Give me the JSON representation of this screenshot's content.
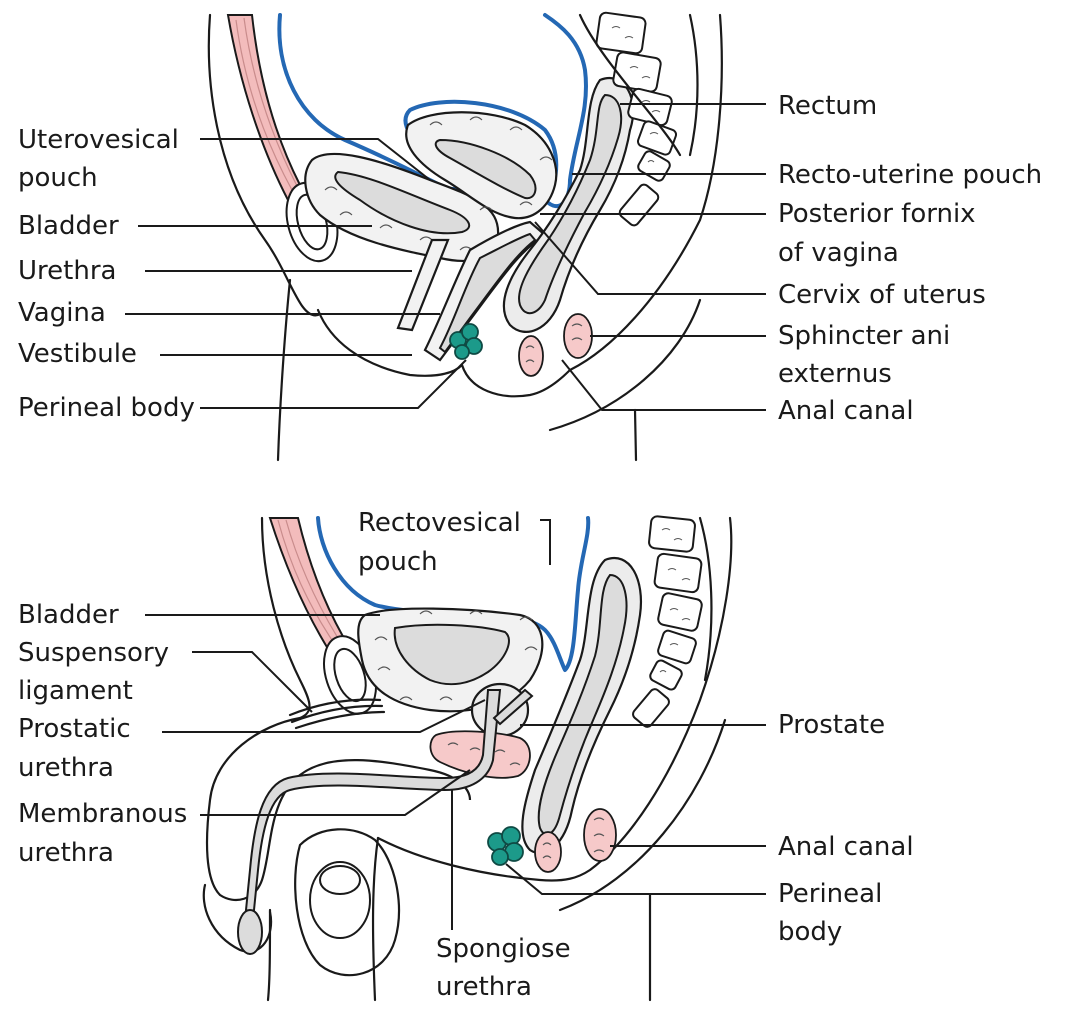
{
  "female": {
    "labels": {
      "uterovesical_pouch_1": "Uterovesical",
      "uterovesical_pouch_2": "pouch",
      "bladder": "Bladder",
      "urethra": "Urethra",
      "vagina": "Vagina",
      "vestibule": "Vestibule",
      "perineal_body": "Perineal body",
      "rectum": "Rectum",
      "recto_uterine_pouch": "Recto-uterine pouch",
      "posterior_fornix_1": "Posterior fornix",
      "posterior_fornix_2": "of vagina",
      "cervix": "Cervix of uterus",
      "sphincter_1": "Sphincter ani",
      "sphincter_2": "externus",
      "anal_canal": "Anal canal"
    }
  },
  "male": {
    "labels": {
      "rectovesical_pouch_1": "Rectovesical",
      "rectovesical_pouch_2": "pouch",
      "bladder": "Bladder",
      "suspensory_1": "Suspensory",
      "suspensory_2": "ligament",
      "prostatic_urethra_1": "Prostatic",
      "prostatic_urethra_2": "urethra",
      "membranous_urethra_1": "Membranous",
      "membranous_urethra_2": "urethra",
      "spongiose_urethra_1": "Spongiose",
      "spongiose_urethra_2": "urethra",
      "prostate": "Prostate",
      "anal_canal": "Anal canal",
      "perineal_body_1": "Perineal",
      "perineal_body_2": "body"
    }
  },
  "colors": {
    "peritoneum": "#2468b4",
    "muscle": "#f3bcbc",
    "perineal_body": "#1c9a8a",
    "organ_fill": "#ececec"
  }
}
